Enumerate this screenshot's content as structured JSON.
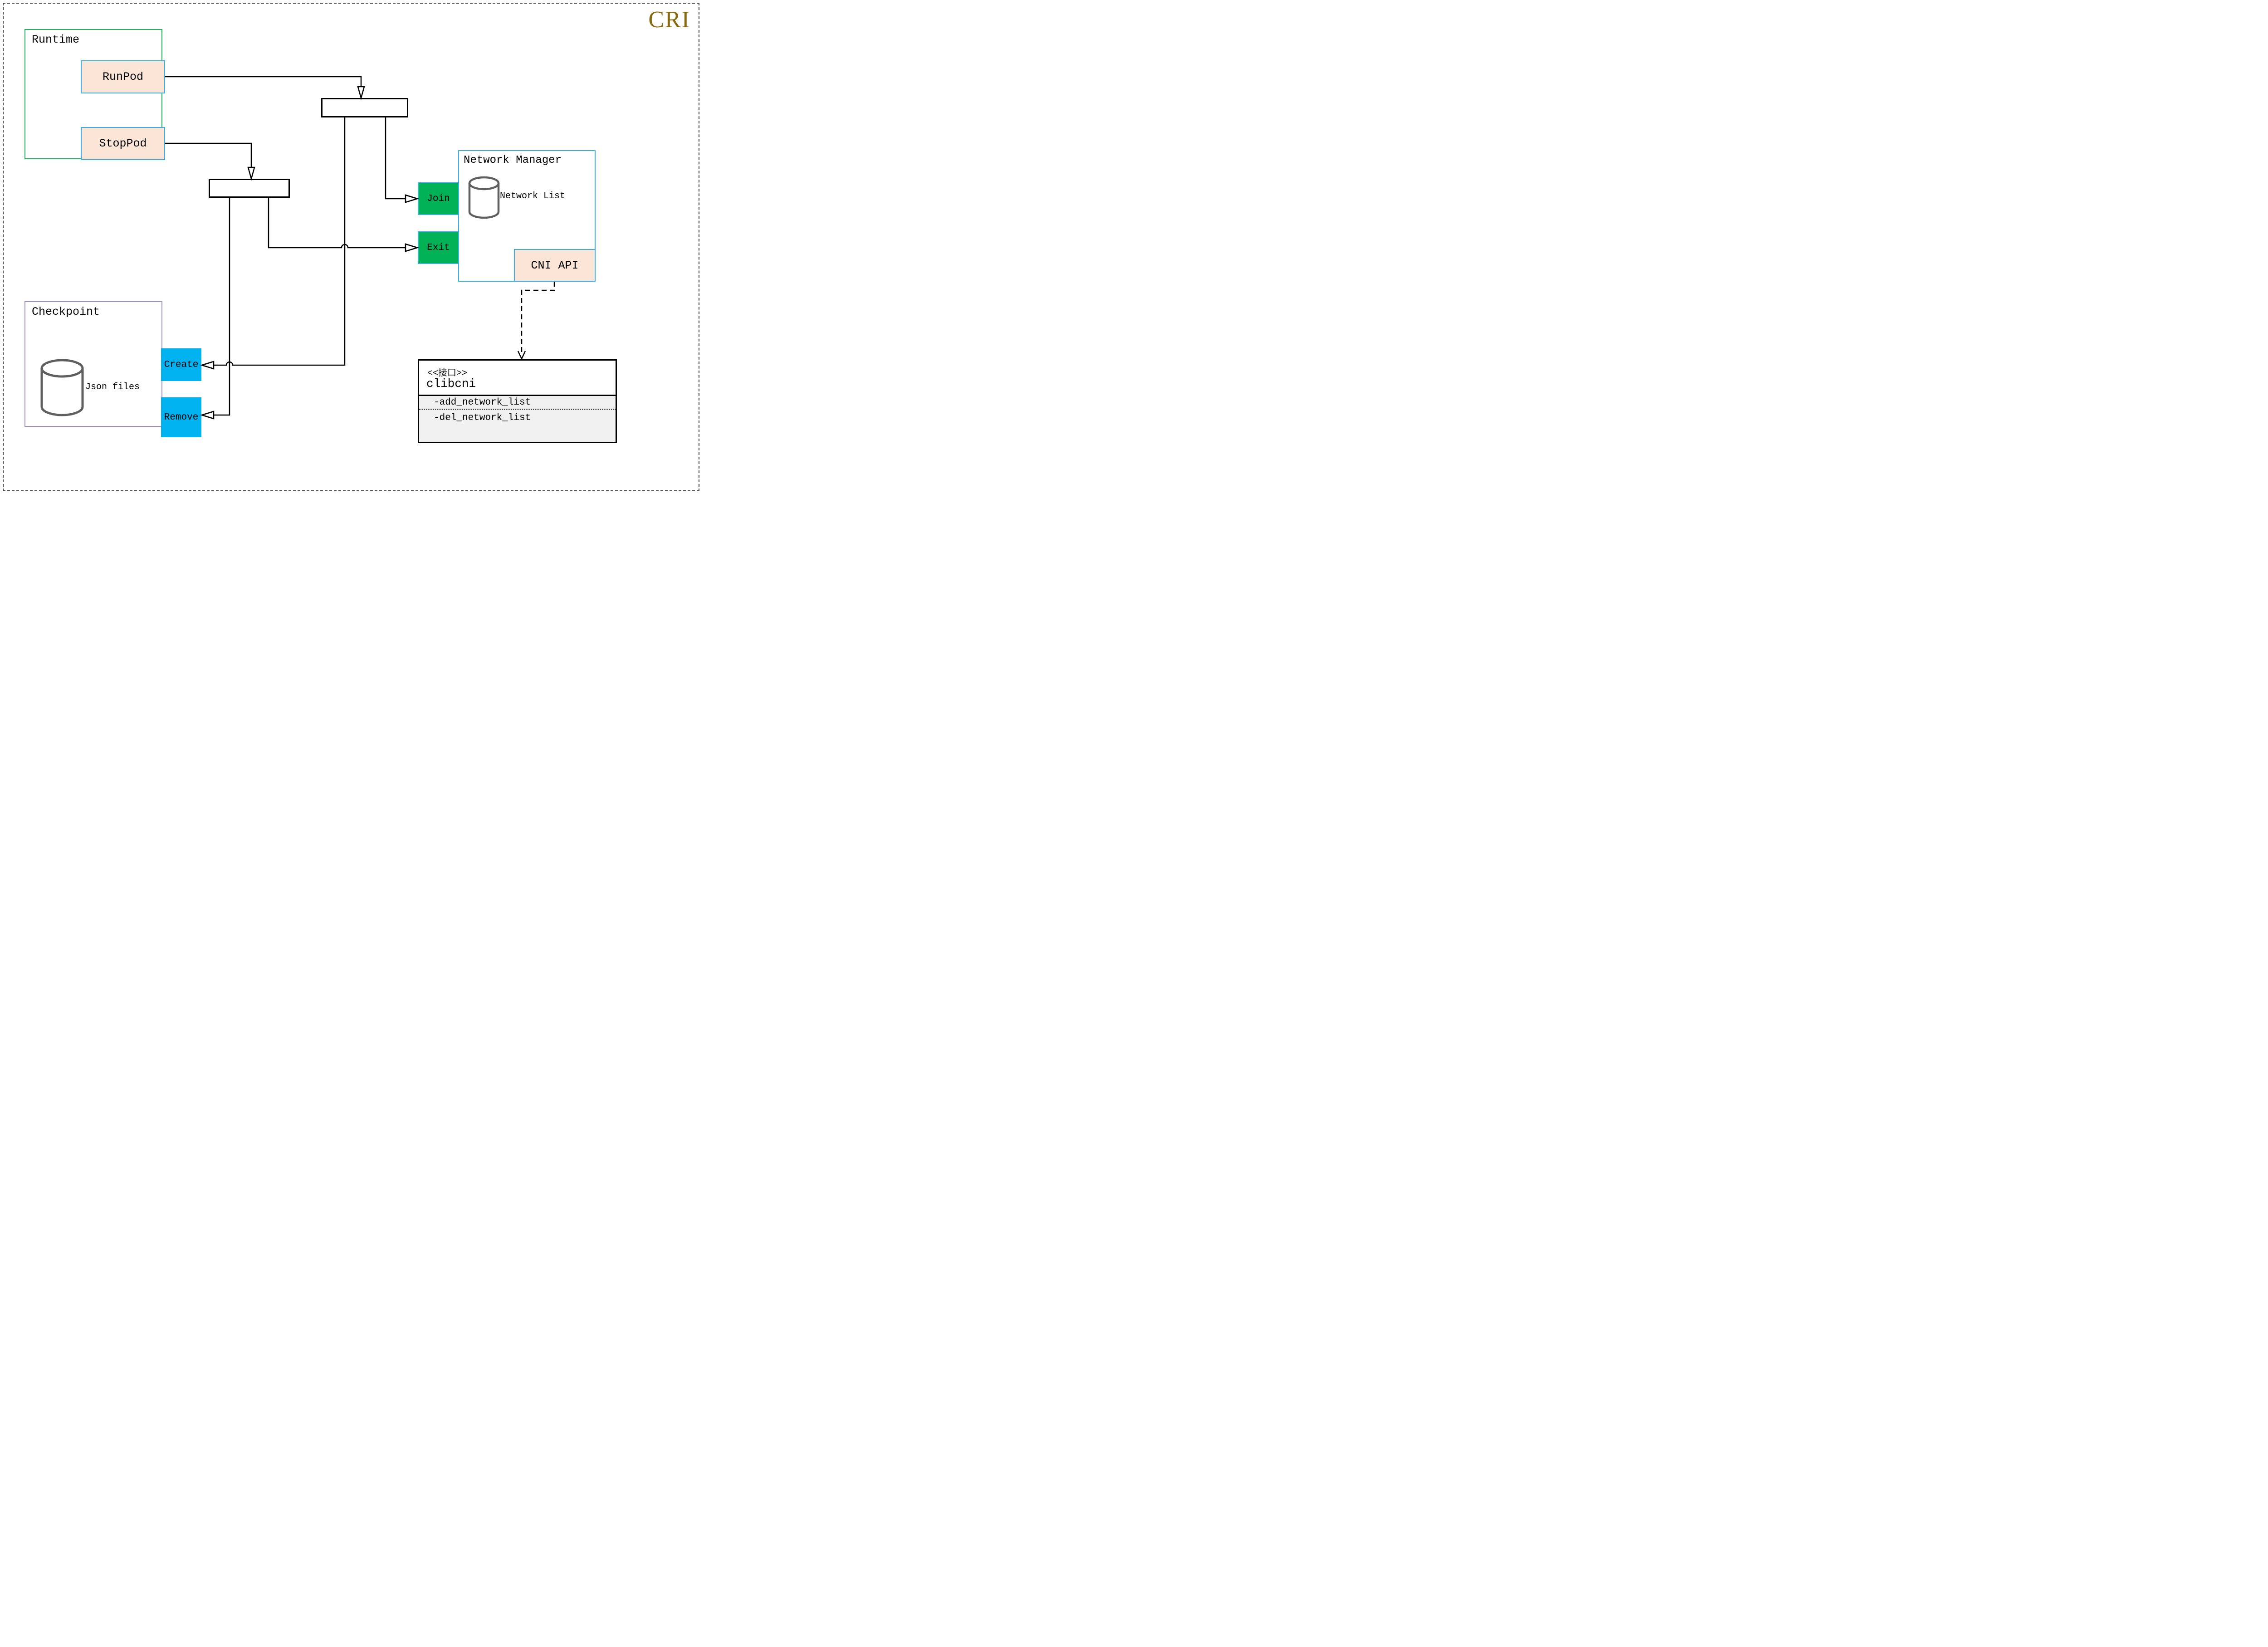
{
  "badge": "CRI",
  "runtime": {
    "title": "Runtime",
    "run_pod": "RunPod",
    "stop_pod": "StopPod"
  },
  "network_manager": {
    "title": "Network Manager",
    "database_label": "Network List",
    "join": "Join",
    "exit": "Exit",
    "cni_api": "CNI API"
  },
  "checkpoint": {
    "title": "Checkpoint",
    "database_label": "Json files",
    "create": "Create",
    "remove": "Remove"
  },
  "interface": {
    "stereotype": "<<接口>>",
    "name": "clibcni",
    "methods": [
      "-add_network_list",
      "-del_network_list"
    ]
  },
  "colors": {
    "runtime_border": "#1eb35b",
    "blue_border": "#3aade3",
    "peach_fill": "#fbe5d6",
    "green_fill": "#00b155",
    "blue_fill": "#00b2f0",
    "checkpoint_border": "#9e8fc8",
    "icon_gray": "#5f5f5f",
    "badge_gold": "#8a6a10",
    "section_bg": "#f0f0f0",
    "line_color": "#000000"
  }
}
